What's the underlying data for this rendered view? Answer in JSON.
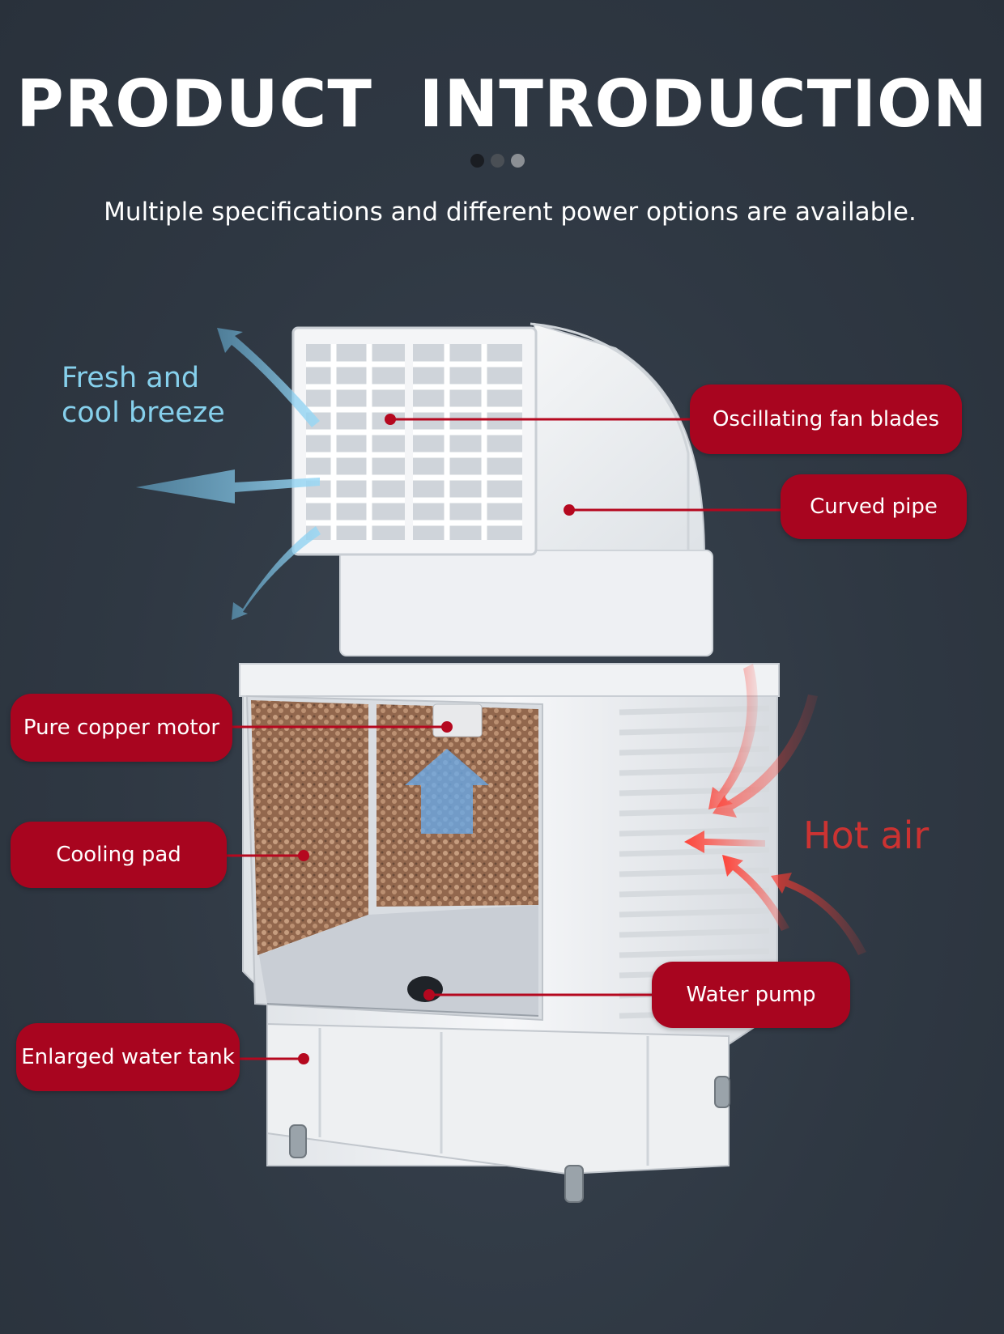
{
  "header": {
    "title": "PRODUCT  INTRODUCTION",
    "subtitle": "Multiple specifications and different power options are available.",
    "indicator_dot_colors": [
      "#1a1d22",
      "#4a4f55",
      "#8b8f94"
    ]
  },
  "annotations": {
    "fresh_air": [
      "Fresh and",
      "cool breeze"
    ],
    "hot_air": "Hot air"
  },
  "callouts": {
    "oscillating_fan_blades": "Oscillating fan blades",
    "curved_pipe": "Curved pipe",
    "pure_copper_motor": "Pure copper motor",
    "cooling_pad": "Cooling pad",
    "water_pump": "Water pump",
    "enlarged_water_tank": "Enlarged water tank"
  },
  "colors": {
    "background": "#2f3843",
    "callout_fill": "#a8051f",
    "callout_line": "#b5081f",
    "fresh_air_text": "#86d0ec",
    "hot_air_text": "#e8322f"
  }
}
